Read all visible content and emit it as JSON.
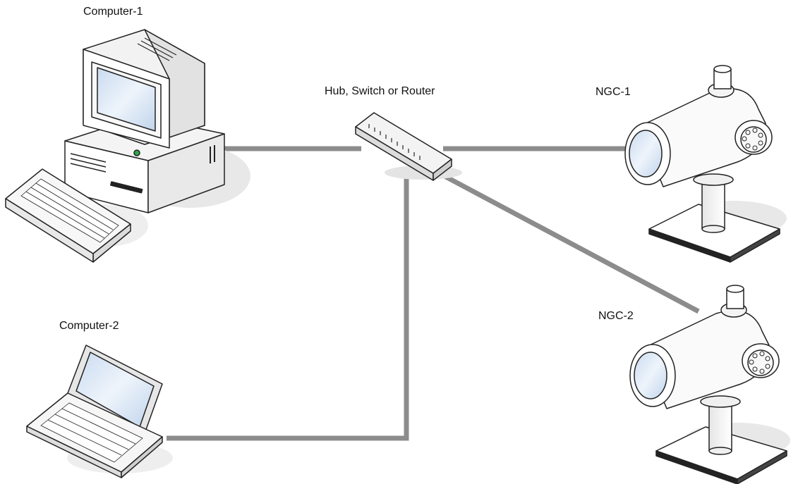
{
  "labels": {
    "computer1": "Computer-1",
    "computer2": "Computer-2",
    "hub": "Hub, Switch or Router",
    "ngc1": "NGC-1",
    "ngc2": "NGC-2"
  },
  "colors": {
    "cable": "#8c8c8c",
    "screen": "#d9e6f5",
    "shadow": "#e8e8e8",
    "outline": "#222222",
    "body": "#ffffff",
    "accent_led": "#2ea84a"
  },
  "devices": [
    {
      "id": "computer-1",
      "kind": "desktop-computer-icon"
    },
    {
      "id": "computer-2",
      "kind": "laptop-icon"
    },
    {
      "id": "hub",
      "kind": "network-hub-icon"
    },
    {
      "id": "ngc-1",
      "kind": "gas-chromatograph-icon"
    },
    {
      "id": "ngc-2",
      "kind": "gas-chromatograph-icon"
    }
  ]
}
